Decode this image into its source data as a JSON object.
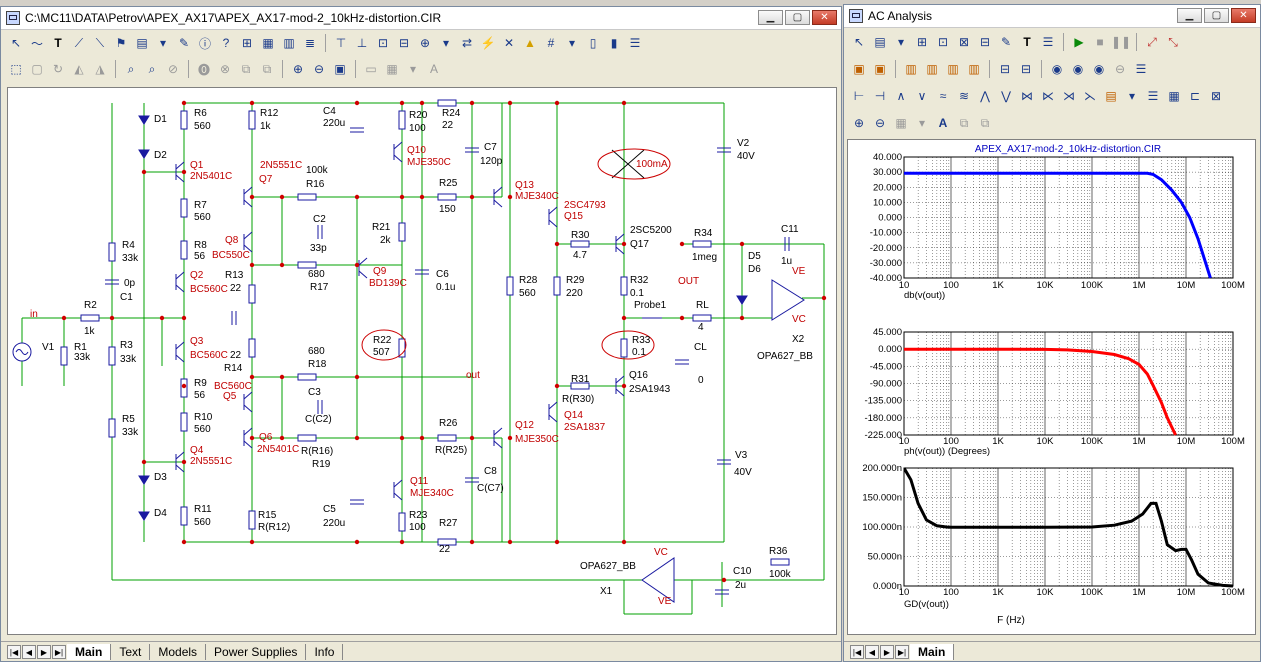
{
  "schematic_window": {
    "title": "C:\\MC11\\DATA\\Petrov\\APEX_AX17\\APEX_AX17-mod-2_10kHz-distortion.CIR",
    "tabs": [
      "Main",
      "Text",
      "Models",
      "Power Supplies",
      "Info"
    ],
    "active_tab": "Main"
  },
  "analysis_window": {
    "title": "AC Analysis",
    "plot_title": "APEX_AX17-mod-2_10kHz-distortion.CIR",
    "tabs": [
      "Main"
    ],
    "x_label": "F (Hz)"
  },
  "schematic": {
    "labels": [
      {
        "t": "D1"
      },
      {
        "t": "D2"
      },
      {
        "t": "R6"
      },
      {
        "t": "560"
      },
      {
        "t": "R12"
      },
      {
        "t": "1k"
      },
      {
        "t": "C4"
      },
      {
        "t": "220u"
      },
      {
        "t": "R20"
      },
      {
        "t": "100"
      },
      {
        "t": "R24"
      },
      {
        "t": "22"
      },
      {
        "t": "C7"
      },
      {
        "t": "120p"
      },
      {
        "t": "V2"
      },
      {
        "t": "40V"
      },
      {
        "t": "Q1"
      },
      {
        "t": "2N5401C"
      },
      {
        "t": "2N5551C"
      },
      {
        "t": "Q7"
      },
      {
        "t": "Q10"
      },
      {
        "t": "MJE350C"
      },
      {
        "t": "100k"
      },
      {
        "t": "R16"
      },
      {
        "t": "R25"
      },
      {
        "t": "150"
      },
      {
        "t": "Q13"
      },
      {
        "t": "MJE340C"
      },
      {
        "t": "2SC4793"
      },
      {
        "t": "Q15"
      },
      {
        "t": "R7"
      },
      {
        "t": "560"
      },
      {
        "t": "C2"
      },
      {
        "t": "R21"
      },
      {
        "t": "2k"
      },
      {
        "t": "2SC5200"
      },
      {
        "t": "R34"
      },
      {
        "t": "C11"
      },
      {
        "t": "Q8"
      },
      {
        "t": "BC550C"
      },
      {
        "t": "R8"
      },
      {
        "t": "56"
      },
      {
        "t": "33p"
      },
      {
        "t": "R30"
      },
      {
        "t": "4.7"
      },
      {
        "t": "Q17"
      },
      {
        "t": "1meg"
      },
      {
        "t": "D5"
      },
      {
        "t": "1u"
      },
      {
        "t": "R4"
      },
      {
        "t": "33k"
      },
      {
        "t": "680"
      },
      {
        "t": "Q9"
      },
      {
        "t": "D6"
      },
      {
        "t": "VE"
      },
      {
        "t": "0p"
      },
      {
        "t": "Q2"
      },
      {
        "t": "R13"
      },
      {
        "t": "22"
      },
      {
        "t": "R17"
      },
      {
        "t": "BD139C"
      },
      {
        "t": "C6"
      },
      {
        "t": "R28"
      },
      {
        "t": "R29"
      },
      {
        "t": "R32"
      },
      {
        "t": "0.1"
      },
      {
        "t": "OUT"
      },
      {
        "t": "C1"
      },
      {
        "t": "BC560C"
      },
      {
        "t": "0.1u"
      },
      {
        "t": "560"
      },
      {
        "t": "220"
      },
      {
        "t": "in"
      },
      {
        "t": "R2"
      },
      {
        "t": "Probe1"
      },
      {
        "t": "RL"
      },
      {
        "t": "VC"
      },
      {
        "t": "1k"
      },
      {
        "t": "4"
      },
      {
        "t": "X2"
      },
      {
        "t": "R22"
      },
      {
        "t": "507"
      },
      {
        "t": "R33"
      },
      {
        "t": "0.1"
      },
      {
        "t": "V1"
      },
      {
        "t": "R1"
      },
      {
        "t": "33k"
      },
      {
        "t": "R3"
      },
      {
        "t": "33k"
      },
      {
        "t": "Q3"
      },
      {
        "t": "BC560C"
      },
      {
        "t": "22"
      },
      {
        "t": "680"
      },
      {
        "t": "R18"
      },
      {
        "t": "CL"
      },
      {
        "t": "OPA627_BB"
      },
      {
        "t": "R14"
      },
      {
        "t": "out"
      },
      {
        "t": "Q16"
      },
      {
        "t": "R31"
      },
      {
        "t": "2SA1943"
      },
      {
        "t": "0"
      },
      {
        "t": "BC560C"
      },
      {
        "t": "R9"
      },
      {
        "t": "56"
      },
      {
        "t": "Q5"
      },
      {
        "t": "C3"
      },
      {
        "t": "R(R30)"
      },
      {
        "t": "C(C2)"
      },
      {
        "t": "Q14"
      },
      {
        "t": "2SA1837"
      },
      {
        "t": "R10"
      },
      {
        "t": "560"
      },
      {
        "t": "R5"
      },
      {
        "t": "33k"
      },
      {
        "t": "R26"
      },
      {
        "t": "Q12"
      },
      {
        "t": "MJE350C"
      },
      {
        "t": "Q6"
      },
      {
        "t": "2N5401C"
      },
      {
        "t": "R(R16)"
      },
      {
        "t": "R(R25)"
      },
      {
        "t": "V3"
      },
      {
        "t": "40V"
      },
      {
        "t": "Q4"
      },
      {
        "t": "2N5551C"
      },
      {
        "t": "R19"
      },
      {
        "t": "C8"
      },
      {
        "t": "D3"
      },
      {
        "t": "Q11"
      },
      {
        "t": "C(C7)"
      },
      {
        "t": "MJE340C"
      },
      {
        "t": "C5"
      },
      {
        "t": "R11"
      },
      {
        "t": "R15"
      },
      {
        "t": "560"
      },
      {
        "t": "R(R12)"
      },
      {
        "t": "220u"
      },
      {
        "t": "R23"
      },
      {
        "t": "100"
      },
      {
        "t": "D4"
      },
      {
        "t": "R27"
      },
      {
        "t": "22"
      },
      {
        "t": "R36"
      },
      {
        "t": "OPA627_BB"
      },
      {
        "t": "VC"
      },
      {
        "t": "C10"
      },
      {
        "t": "100k"
      },
      {
        "t": "X1"
      },
      {
        "t": "VE"
      },
      {
        "t": "2u"
      },
      {
        "t": "100mA"
      }
    ]
  },
  "chart_data": [
    {
      "type": "line",
      "title": "APEX_AX17-mod-2_10kHz-distortion.CIR",
      "ylabel": "db(v(out))",
      "x_scale": "log",
      "xlim": [
        10,
        100000000
      ],
      "ylim": [
        -40,
        40
      ],
      "x_tick_labels": [
        "10",
        "100",
        "1K",
        "10K",
        "100K",
        "1M",
        "10M",
        "100M"
      ],
      "y_tick_labels": [
        "40.000",
        "30.000",
        "20.000",
        "10.000",
        "0.000",
        "-10.000",
        "-20.000",
        "-30.000",
        "-40.000"
      ],
      "grid": true,
      "color": "#0000ff",
      "x": [
        10,
        100,
        1000,
        10000,
        100000,
        1000000,
        1500000,
        2000000,
        3000000,
        5000000,
        8000000,
        12000000,
        18000000,
        25000000,
        33000000
      ],
      "y": [
        29.3,
        29.3,
        29.3,
        29.3,
        29.3,
        29.3,
        29.2,
        28.5,
        25,
        18,
        10,
        0,
        -14,
        -28,
        -40
      ]
    },
    {
      "type": "line",
      "ylabel": "ph(v(out)) (Degrees)",
      "x_scale": "log",
      "xlim": [
        10,
        100000000
      ],
      "ylim": [
        -225,
        45
      ],
      "x_tick_labels": [
        "10",
        "100",
        "1K",
        "10K",
        "100K",
        "1M",
        "10M",
        "100M"
      ],
      "y_tick_labels": [
        "45.000",
        "0.000",
        "-45.000",
        "-90.000",
        "-135.000",
        "-180.000",
        "-225.000"
      ],
      "grid": true,
      "color": "#ff0000",
      "x": [
        10,
        1000,
        10000,
        30000,
        100000,
        300000,
        600000,
        1000000,
        1500000,
        2000000,
        3000000,
        4000000,
        5000000,
        6000000
      ],
      "y": [
        0,
        0,
        -0.5,
        -2,
        -6,
        -14,
        -25,
        -40,
        -65,
        -95,
        -140,
        -180,
        -205,
        -225
      ]
    },
    {
      "type": "line",
      "ylabel": "GD(v(out))",
      "xlabel": "F (Hz)",
      "x_scale": "log",
      "xlim": [
        10,
        100000000
      ],
      "ylim": [
        0,
        200
      ],
      "x_tick_labels": [
        "10",
        "100",
        "1K",
        "10K",
        "100K",
        "1M",
        "10M",
        "100M"
      ],
      "y_tick_labels": [
        "200.000n",
        "150.000n",
        "100.000n",
        "50.000n",
        "0.000n"
      ],
      "grid": true,
      "color": "#000000",
      "x": [
        10,
        14,
        20,
        30,
        50,
        80,
        100,
        1000,
        10000,
        100000,
        300000,
        700000,
        1200000,
        1800000,
        2300000,
        3000000,
        4000000,
        6000000,
        8000000,
        10000000,
        13000000,
        18000000,
        30000000,
        60000000,
        100000000
      ],
      "y": [
        200,
        180,
        140,
        112,
        102,
        100,
        99.5,
        99.5,
        99.5,
        100,
        103,
        110,
        122,
        140,
        140,
        110,
        70,
        60,
        62,
        62,
        45,
        20,
        5,
        1,
        0
      ]
    }
  ]
}
